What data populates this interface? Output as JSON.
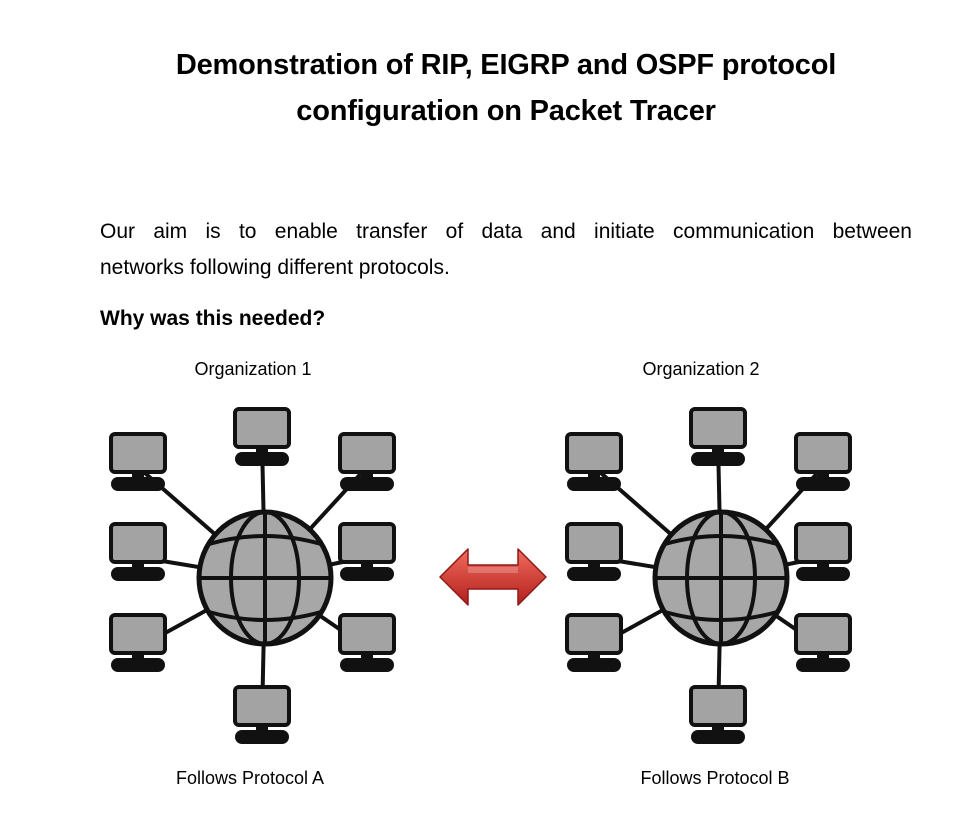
{
  "document": {
    "title_lines": [
      "Demonstration of RIP, EIGRP and OSPF protocol",
      "configuration on Packet Tracer"
    ],
    "intro_lines": [
      "Our aim is to enable transfer of data and initiate communication between",
      "networks following different protocols."
    ],
    "question": "Why was this needed?"
  },
  "diagram": {
    "organizations": [
      {
        "label": "Organization 1",
        "protocol_label": "Follows Protocol A",
        "computers": 8
      },
      {
        "label": "Organization 2",
        "protocol_label": "Follows Protocol B",
        "computers": 8
      }
    ],
    "connector": "double-arrow-icon",
    "colors": {
      "globe_fill": "#a7a7a7",
      "monitor_fill": "#a3a3a3",
      "line": "#111111",
      "arrow_light": "#f26b5e",
      "arrow_dark": "#b1201b"
    },
    "icons": [
      "globe-icon",
      "computer-icon",
      "double-arrow-icon"
    ]
  }
}
